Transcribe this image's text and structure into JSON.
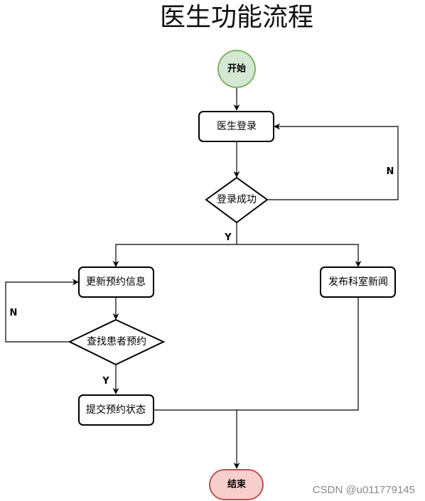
{
  "title": "医生功能流程",
  "nodes": {
    "start": "开始",
    "login": "医生登录",
    "login_success": "登录成功",
    "update_appointment": "更新预约信息",
    "publish_news": "发布科室新闻",
    "find_appointment": "查找患者预约",
    "submit_status": "提交预约状态",
    "end": "结束"
  },
  "edge_labels": {
    "login_no": "N",
    "login_yes": "Y",
    "find_no": "N",
    "find_yes": "Y"
  },
  "watermark": "CSDN @u011779145",
  "colors": {
    "start_fill": "#d5e8d4",
    "start_stroke": "#82b366",
    "end_fill": "#f8cecc",
    "end_stroke": "#b85450"
  }
}
